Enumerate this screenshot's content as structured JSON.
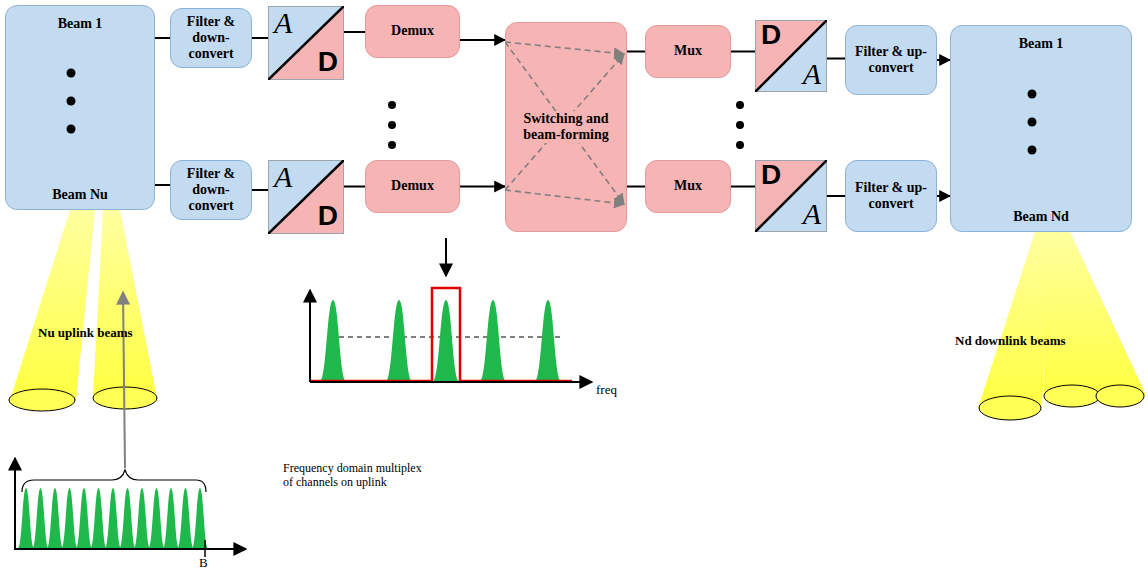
{
  "diagram": {
    "nodes": [
      {
        "text": [
          "Beam 1",
          "Beam Nu"
        ]
      },
      {
        "text": [
          "Filter & down-convert"
        ]
      },
      {
        "text": [
          "A",
          "D"
        ]
      },
      {
        "text": [
          "Demux"
        ]
      },
      {
        "text": [
          "Filter & down-convert"
        ]
      },
      {
        "text": [
          "A",
          "D"
        ]
      },
      {
        "text": [
          "Demux"
        ]
      },
      {
        "text": [
          "Switching and beam-forming"
        ]
      },
      {
        "text": [
          "Mux"
        ]
      },
      {
        "text": [
          "D",
          "A"
        ]
      },
      {
        "text": [
          "Filter & up-convert"
        ]
      },
      {
        "text": [
          "Mux"
        ]
      },
      {
        "text": [
          "D",
          "A"
        ]
      },
      {
        "text": [
          "Filter & up-convert"
        ]
      },
      {
        "text": [
          "Beam 1",
          "Beam Nd"
        ]
      }
    ],
    "edges": [
      {
        "from": 0,
        "to": 1,
        "arrow": "none"
      },
      {
        "from": 1,
        "to": 2,
        "arrow": "none"
      },
      {
        "from": 2,
        "to": 3,
        "arrow": "none"
      },
      {
        "from": 3,
        "to": 7,
        "arrow": "to"
      },
      {
        "from": 0,
        "to": 4,
        "arrow": "none"
      },
      {
        "from": 4,
        "to": 5,
        "arrow": "none"
      },
      {
        "from": 5,
        "to": 6,
        "arrow": "none"
      },
      {
        "from": 6,
        "to": 7,
        "arrow": "to"
      },
      {
        "from": 7,
        "to": 8,
        "arrow": "none"
      },
      {
        "from": 8,
        "to": 9,
        "arrow": "none"
      },
      {
        "from": 9,
        "to": 10,
        "arrow": "none"
      },
      {
        "from": 10,
        "to": 14,
        "arrow": "to"
      },
      {
        "from": 7,
        "to": 11,
        "arrow": "none"
      },
      {
        "from": 11,
        "to": 12,
        "arrow": "none"
      },
      {
        "from": 12,
        "to": 13,
        "arrow": "none"
      },
      {
        "from": 13,
        "to": 14,
        "arrow": "to"
      }
    ],
    "labels": [
      "Nu uplink beams",
      "Nd downlink beams",
      "freq",
      "Frequency domain multiplex of channels on uplink",
      "B"
    ]
  }
}
